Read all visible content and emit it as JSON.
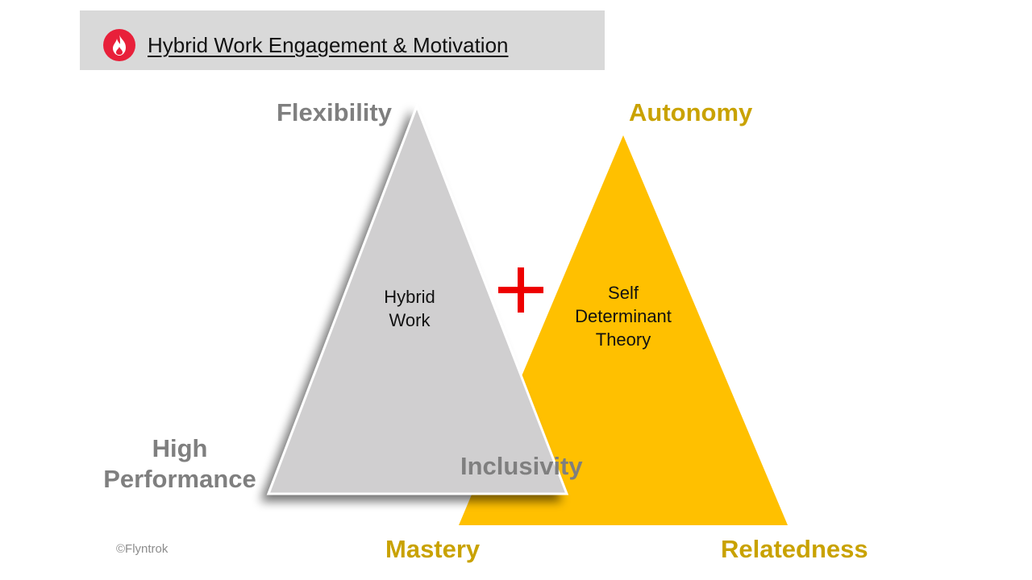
{
  "header": {
    "title": "Hybrid Work Engagement & Motivation",
    "icon": "flame-icon"
  },
  "diagram": {
    "hybrid_triangle": {
      "label_lines": [
        "Hybrid",
        "Work"
      ],
      "vertices": {
        "top": "Flexibility",
        "bottom_left": "High Performance",
        "bottom_right": "Inclusivity"
      },
      "color": "#d0cfd0"
    },
    "plus_sign": "+",
    "sdt_triangle": {
      "label_lines": [
        "Self",
        "Determinant",
        "Theory"
      ],
      "vertices": {
        "top": "Autonomy",
        "bottom_left": "Mastery",
        "bottom_right": "Relatedness"
      },
      "color": "#ffc000"
    },
    "high_performance_lines": [
      "High",
      "Performance"
    ]
  },
  "footer": {
    "copyright": "©Flyntrok"
  },
  "colors": {
    "title_bar": "#d9d9d9",
    "gray_label": "#7f7f7f",
    "gold_label": "#c9a200",
    "plus": "#ee0000",
    "icon": "#e8203a"
  }
}
